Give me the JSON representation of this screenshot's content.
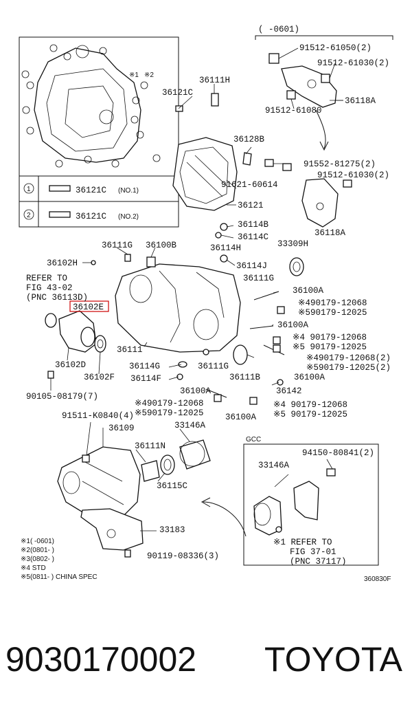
{
  "footer": {
    "part_number": "9030170002",
    "brand": "TOYOTA"
  },
  "diagram": {
    "range_note": "(     -0601)",
    "inset_markers": {
      "m1": "※1",
      "m2": "※2",
      "one": "1",
      "two": "2"
    },
    "inset_rows": [
      {
        "num": "1",
        "part": "36121C",
        "note": "(NO.1)"
      },
      {
        "num": "2",
        "part": "36121C",
        "note": "(NO.2)"
      }
    ],
    "labels": {
      "l01": "91512-61050(2)",
      "l02": "91512-61030(2)",
      "l03": "36111H",
      "l04": "36121C",
      "l05": "36118A",
      "l06": "91512-61080",
      "l07": "36128B",
      "l08": "91552-81275(2)",
      "l09": "91512-61030(2)",
      "l10": "91621-60614",
      "l11": "36121",
      "l12": "36118A",
      "l13": "36114B",
      "l14": "36114C",
      "l15": "36111G",
      "l16": "36100B",
      "l17": "36114H",
      "l18": "33309H",
      "l19": "36102H",
      "l20": "36114J",
      "l21": "36111G",
      "l22": "36100A",
      "l23": "36100A",
      "l24": "36111",
      "l25": "36102D",
      "l26": "36102F",
      "l27": "36114G",
      "l28": "36114F",
      "l29": "36111G",
      "l30": "36111B",
      "l31": "36100A",
      "l32": "36142",
      "l33": "90105-08179(7)",
      "l34": "36100A",
      "l35": "36100A",
      "l36": "91511-K0840(4)",
      "l37": "36109",
      "l38": "33146A",
      "l39": "36111N",
      "l40": "36115C",
      "l41": "33183",
      "l42": "90119-08336(3)",
      "l43": "94150-80841(2)",
      "l44": "33146A"
    },
    "refer1": [
      "REFER TO",
      "FIG 43-02",
      "(PNC 36113D)"
    ],
    "highlight_part": "36102E",
    "notes_right": [
      "※490179-12068",
      "※590179-12025",
      "※4 90179-12068",
      "※5 90179-12025",
      "※490179-12068(2)",
      "※590179-12025(2)",
      "※490179-12068",
      "※590179-12025",
      "※4 90179-12068",
      "※5 90179-12025"
    ],
    "gcc_box": {
      "title": "GCC",
      "refer": [
        "※1 REFER TO",
        "FIG 37-01",
        "(PNC 37117)"
      ]
    },
    "legend": [
      "※1(     -0601)",
      "※2(0801-     )",
      "※3(0802-     )",
      "※4 STD",
      "※5(0811-     ) CHINA SPEC"
    ],
    "figure_code": "360830F"
  }
}
